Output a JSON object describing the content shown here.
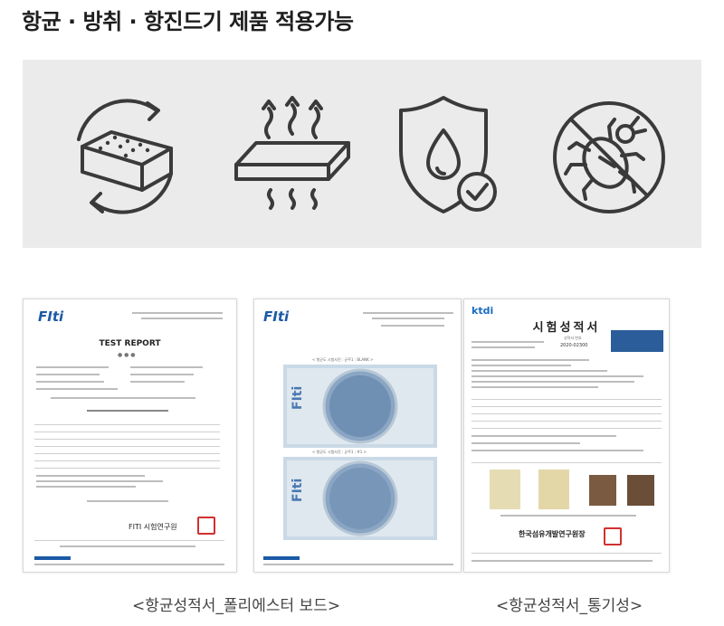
{
  "heading": "항균 · 방취 · 항진드기 제품 적용가능",
  "icons": [
    "mattress-rotate-icon",
    "mattress-odor-icon",
    "shield-drop-check-icon",
    "no-mite-icon"
  ],
  "documents": {
    "report1": {
      "logo": "FIti",
      "title": "TEST REPORT",
      "org": "FITI 시험연구원"
    },
    "report2": {
      "logo": "FIti",
      "panel_label_top": "< 항균도 시험사진 : 균주1 : BLANK >",
      "panel_label_bottom": "< 항균도 시험사진 : 균주1 : #1 >"
    },
    "report3": {
      "logo": "ktdi",
      "title": "시험성적서",
      "number_label": "성적서 번호",
      "number": "2020-02300",
      "org": "한국섬유개발연구원장"
    }
  },
  "captions": {
    "left": "<항균성적서_폴리에스터 보드>",
    "right": "<항균성적서_통기성>"
  }
}
